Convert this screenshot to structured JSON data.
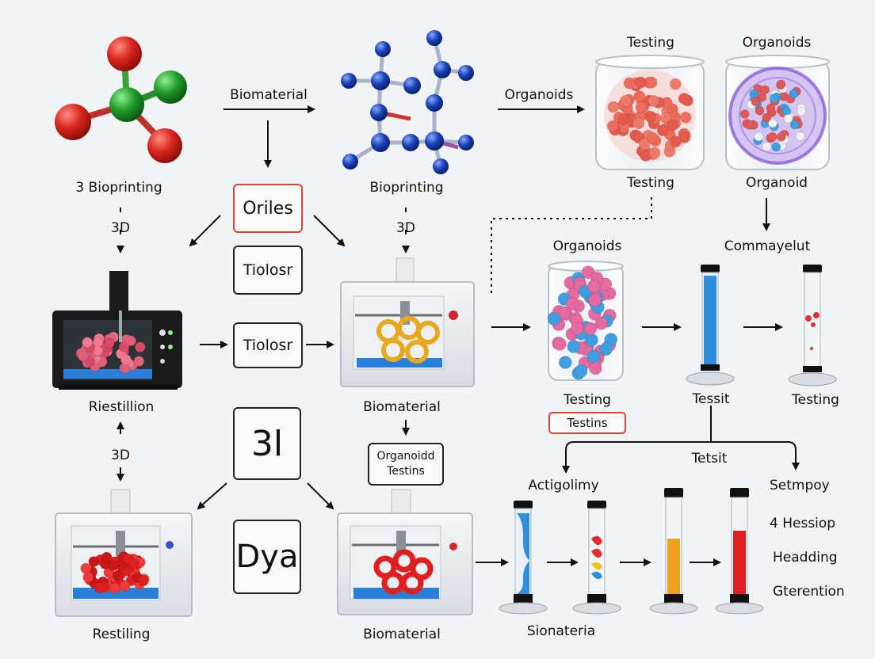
{
  "labels": {
    "bioprinting_3": "3 Bioprinting",
    "biomaterial_top": "Biomaterial",
    "bioprinting_mid": "Bioprinting",
    "organoids_top_arrow": "Organoids",
    "testing_top": "Testing",
    "organoids_top_right": "Organoids",
    "testing_under_jar": "Testing",
    "organoid_under_jar": "Organoid",
    "threeD_left": "3D",
    "threeD_mid": "3D",
    "threeD_left_lower": "3D",
    "organoids_mid_jar": "Organoids",
    "commayelut": "Commayelut",
    "riestillion": "Riestillion",
    "biomaterial_mid": "Biomaterial",
    "testing_mid_jar": "Testing",
    "tessit": "Tessit",
    "testing_right_tube": "Testing",
    "tetsit": "Tetsit",
    "actigolimy": "Actigolimy",
    "setmpoy": "Setmpoy",
    "hessiop": "4 Hessiop",
    "headding": "Headding",
    "gterention": "Gterention",
    "restiling": "Restiling",
    "biomaterial_bottom": "Biomaterial",
    "sionateria": "Sionateria"
  },
  "boxes": {
    "oriles": "Oriles",
    "tiolosr_top": "Tiolosr",
    "tiolosr_mid": "Tiolosr",
    "testins": "Testins",
    "big_31": "3l",
    "organoidd_line1": "Organoidd",
    "organoidd_line2": "Testins",
    "big_dya": "Dya"
  },
  "colors": {
    "background": "#f2f3f5",
    "molecule_red": "#d8241c",
    "molecule_green": "#1f9a2a",
    "molecule_blue": "#1840b8",
    "cell_salmon": "#ef6b5c",
    "cell_pink": "#e46aa0",
    "cell_blue": "#3f9fe0",
    "tube_blue": "#2f8fd8",
    "tube_orange": "#f0a020",
    "tube_red": "#e02020",
    "scaffold_gold": "#e8a820",
    "box_red_border": "#d9452f"
  }
}
